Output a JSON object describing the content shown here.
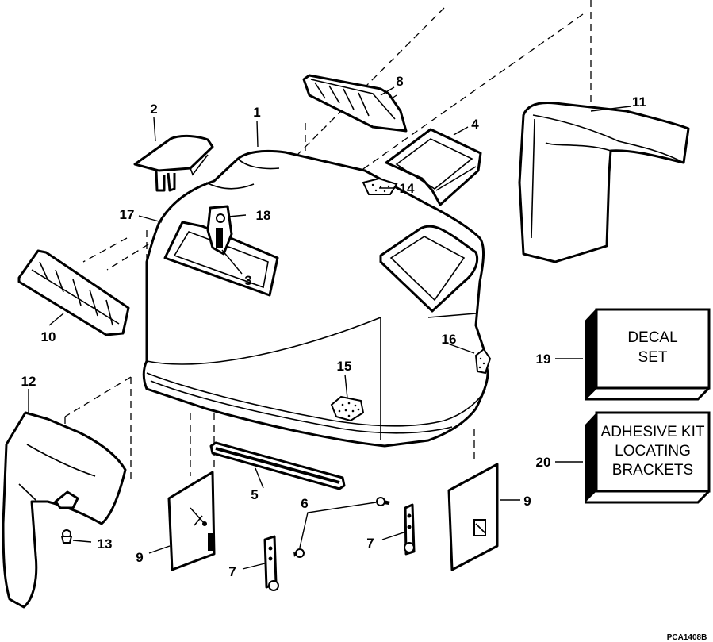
{
  "callouts": {
    "c1": "1",
    "c2": "2",
    "c3": "3",
    "c4": "4",
    "c5": "5",
    "c6": "6",
    "c7a": "7",
    "c7b": "7",
    "c8": "8",
    "c9a": "9",
    "c9b": "9",
    "c10": "10",
    "c11": "11",
    "c12": "12",
    "c13": "13",
    "c14": "14",
    "c15": "15",
    "c16": "16",
    "c17": "17",
    "c18": "18",
    "c19": "19",
    "c20": "20"
  },
  "decal_box": {
    "line1": "DECAL",
    "line2": "SET"
  },
  "kit_box": {
    "line1": "ADHESIVE KIT",
    "line2": "LOCATING",
    "line3": "BRACKETS"
  },
  "reference": "PCA1408B"
}
